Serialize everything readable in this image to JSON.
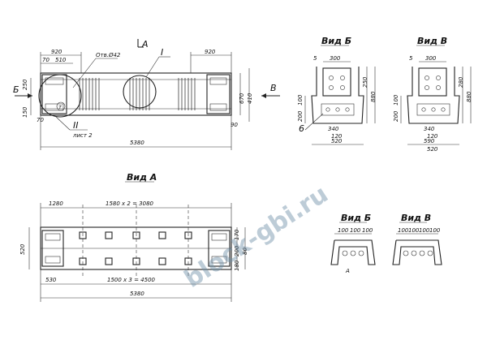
{
  "top_view": {
    "section_letter": "А",
    "callout_I": "I",
    "callout_II": "II",
    "sheet_ref": "лист 2",
    "side_letter_left": "Б",
    "side_letter_right": "В",
    "dims": {
      "left_920": "920",
      "left_70": "70",
      "left_510": "510",
      "right_920": "920",
      "hole": "Отв.Ø42",
      "h250": "250",
      "h150": "150",
      "h70": "70",
      "right_670": "670",
      "right_410": "410",
      "right_90": "90",
      "total": "5380"
    }
  },
  "view_b_top": {
    "title": "Вид Б",
    "dims": {
      "w300": "300",
      "s5": "5",
      "h250": "250",
      "h880": "880",
      "h100": "100",
      "h200": "200",
      "w340": "340",
      "w120": "120",
      "w520": "520"
    },
    "callout": "6"
  },
  "view_v_top": {
    "title": "Вид В",
    "dims": {
      "w300": "300",
      "s5": "5",
      "h280": "280",
      "h880": "880",
      "h100": "100",
      "h200": "200",
      "w340": "340",
      "w120": "120",
      "w520": "520",
      "w590": "590"
    }
  },
  "view_a": {
    "title": "Вид А",
    "dims": {
      "left_1280": "1280",
      "span_top": "1580 х 2 = 3080",
      "left_h520": "520",
      "right_h170": "170",
      "right_h200": "200",
      "right_h180": "180",
      "right_h80": "80",
      "left_530": "530",
      "span_bottom": "1500 х 3 = 4500",
      "total": "5380"
    }
  },
  "view_b_small": {
    "title": "Вид Б",
    "dims": {
      "a": "100",
      "b": "100",
      "c": "100"
    },
    "marker": "А"
  },
  "view_v_small": {
    "title": "Вид В",
    "dims": {
      "a": "100",
      "b": "100",
      "c": "100",
      "d": "100"
    }
  },
  "watermark": "block-gbi.ru"
}
